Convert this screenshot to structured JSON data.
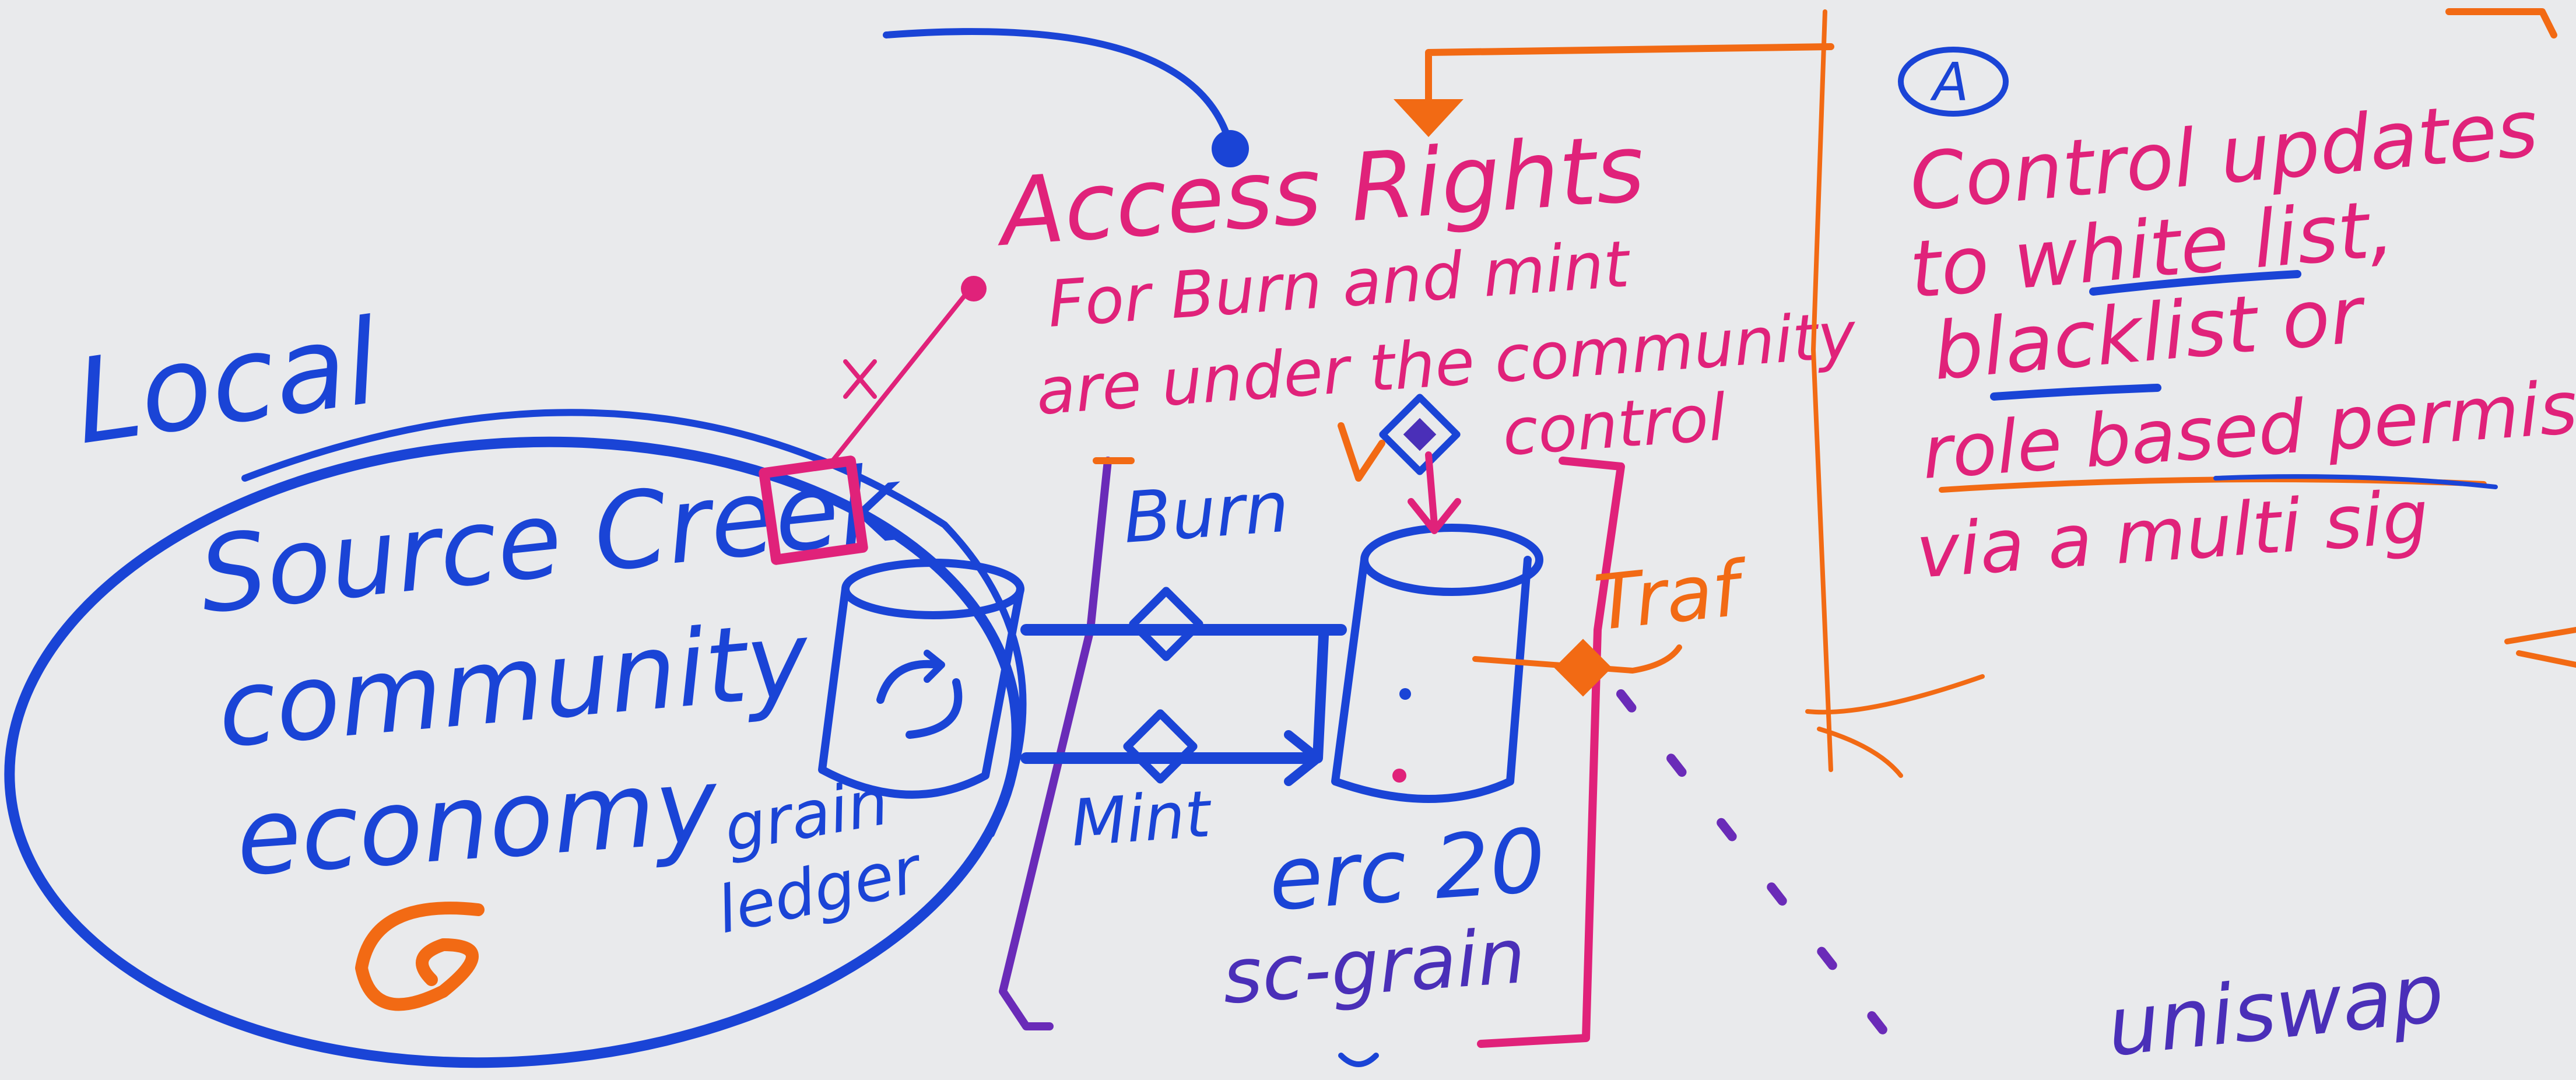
{
  "colors": {
    "background": "#e9eaec",
    "blue": "#1a44d6",
    "pink": "#e0227a",
    "orange": "#f26a14",
    "purple": "#4a2fb8"
  },
  "labels": {
    "local": "Local",
    "community_line1": "Source Creek",
    "community_line2": "community",
    "community_line3": "economy",
    "ledger_line1": "grain",
    "ledger_line2": "ledger",
    "access_title": "Access Rights",
    "access_line1": "For Burn and mint",
    "access_line2": "are under the community",
    "access_line3": "control",
    "burn": "Burn",
    "mint": "Mint",
    "transfer": "Traf",
    "token_line1": "erc 20",
    "token_line2": "sc-grain",
    "note_marker": "A",
    "note_line1": "Control updates",
    "note_line2": "to white list,",
    "note_line3": "blacklist or",
    "note_line4": "role based permissions",
    "note_line5": "via a multi sig",
    "uniswap": "uniswap"
  },
  "icons": [
    "database-cylinder-icon",
    "sync-arrows-icon",
    "diamond-node-icon",
    "lock-square-icon",
    "at-sign-icon"
  ]
}
